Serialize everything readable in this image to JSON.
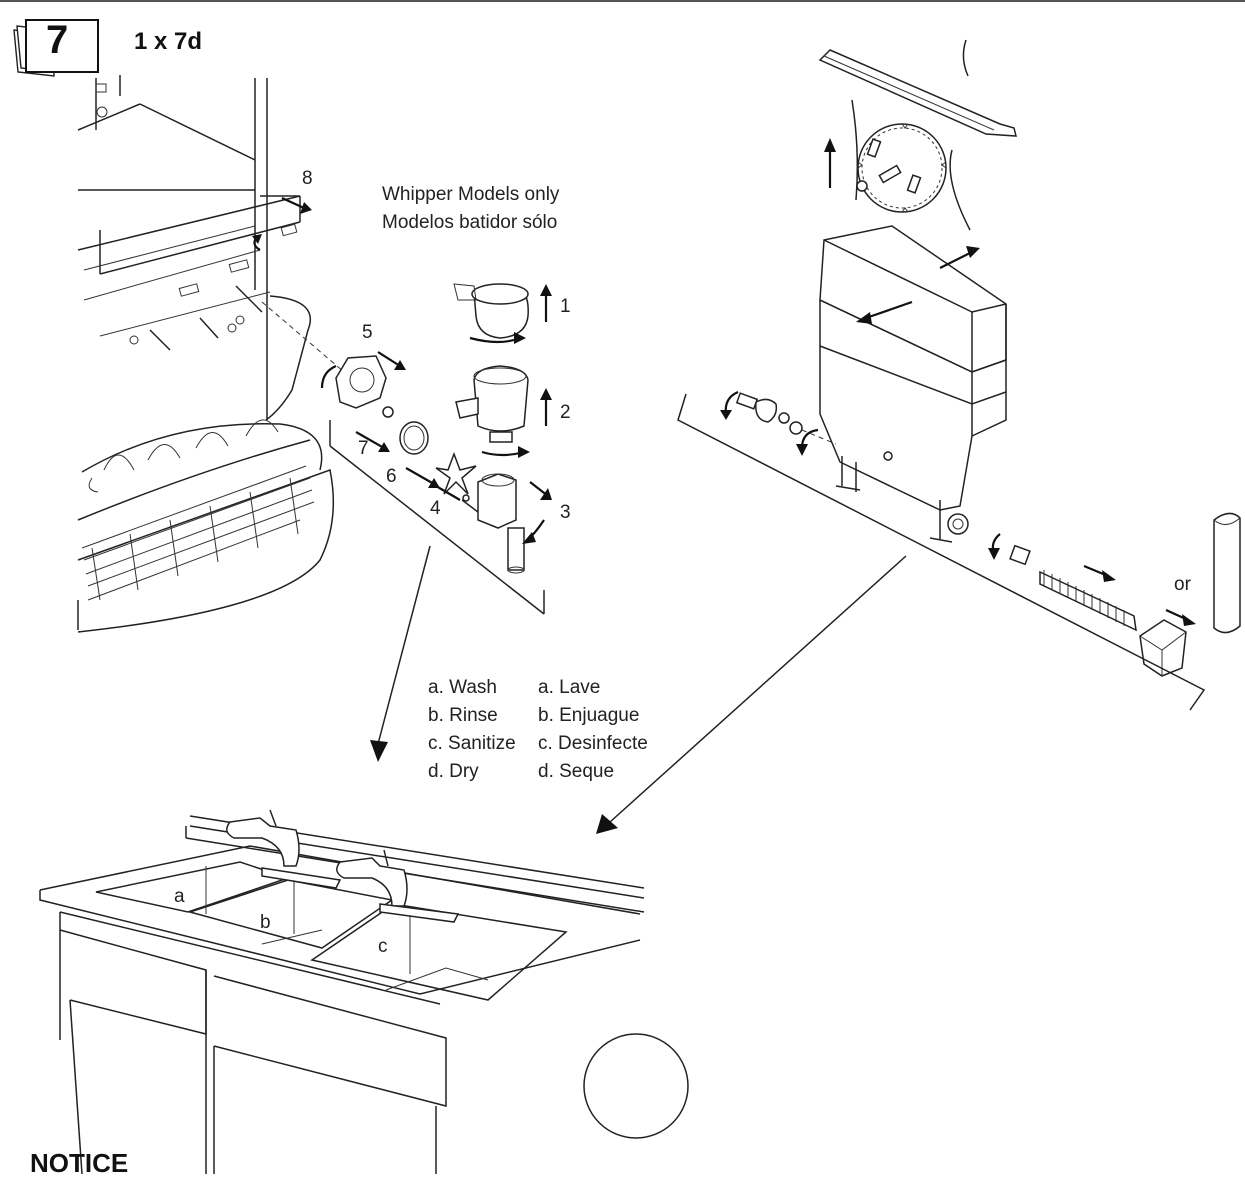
{
  "step": {
    "number": "7",
    "frequency": "1 x 7d"
  },
  "whipper_note": {
    "line1": "Whipper Models only",
    "line2": "Modelos batidor sólo"
  },
  "callouts": [
    "1",
    "2",
    "3",
    "4",
    "5",
    "6",
    "7",
    "8"
  ],
  "steps_english": [
    "a. Wash",
    "b. Rinse",
    "c. Sanitize",
    "d. Dry"
  ],
  "steps_spanish": [
    "a. Lave",
    "b. Enjuague",
    "c. Desinfecte",
    "d. Seque"
  ],
  "sink_labels": [
    "a",
    "b",
    "c"
  ],
  "alternative_label": "or",
  "notice_heading": "NOTICE"
}
